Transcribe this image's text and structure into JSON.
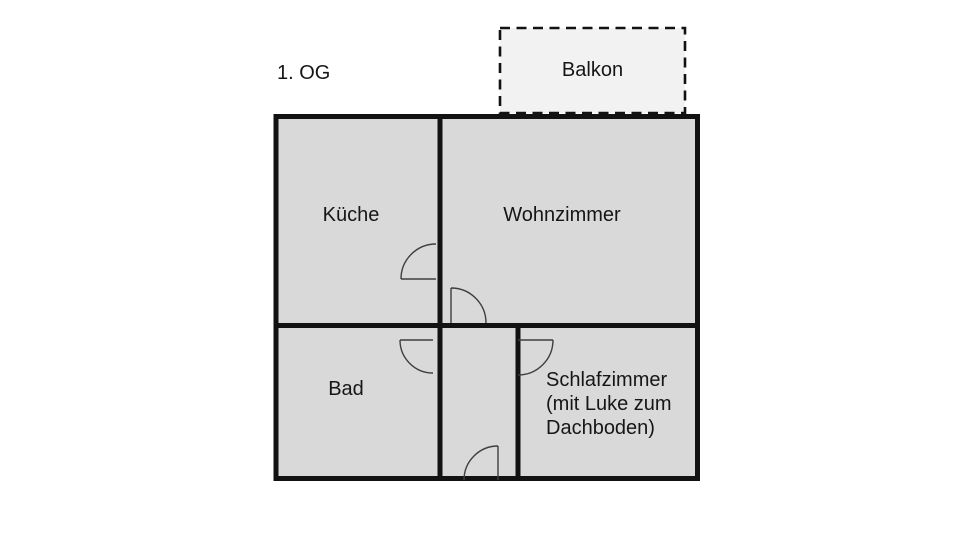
{
  "slide": {
    "floor_label": "1. OG"
  },
  "rooms": {
    "balkon": {
      "label": "Balkon"
    },
    "kueche": {
      "label": "Küche"
    },
    "wohnzimmer": {
      "label": "Wohnzimmer"
    },
    "bad": {
      "label": "Bad"
    },
    "schlafzimmer": {
      "line1": "Schlafzimmer",
      "line2": "(mit Luke zum",
      "line3": "Dachboden)"
    }
  },
  "doors": {
    "count": 5,
    "names": [
      "kueche-door",
      "wohnzimmer-door",
      "bad-door",
      "schlafzimmer-door",
      "corridor-bottom-door"
    ]
  },
  "colors": {
    "background": "#ffffff",
    "room_fill": "#d9d9d9",
    "balcony_fill": "#f2f2f2",
    "wall": "#121212",
    "door_arc": "#3f3f3f",
    "text": "#161616"
  }
}
